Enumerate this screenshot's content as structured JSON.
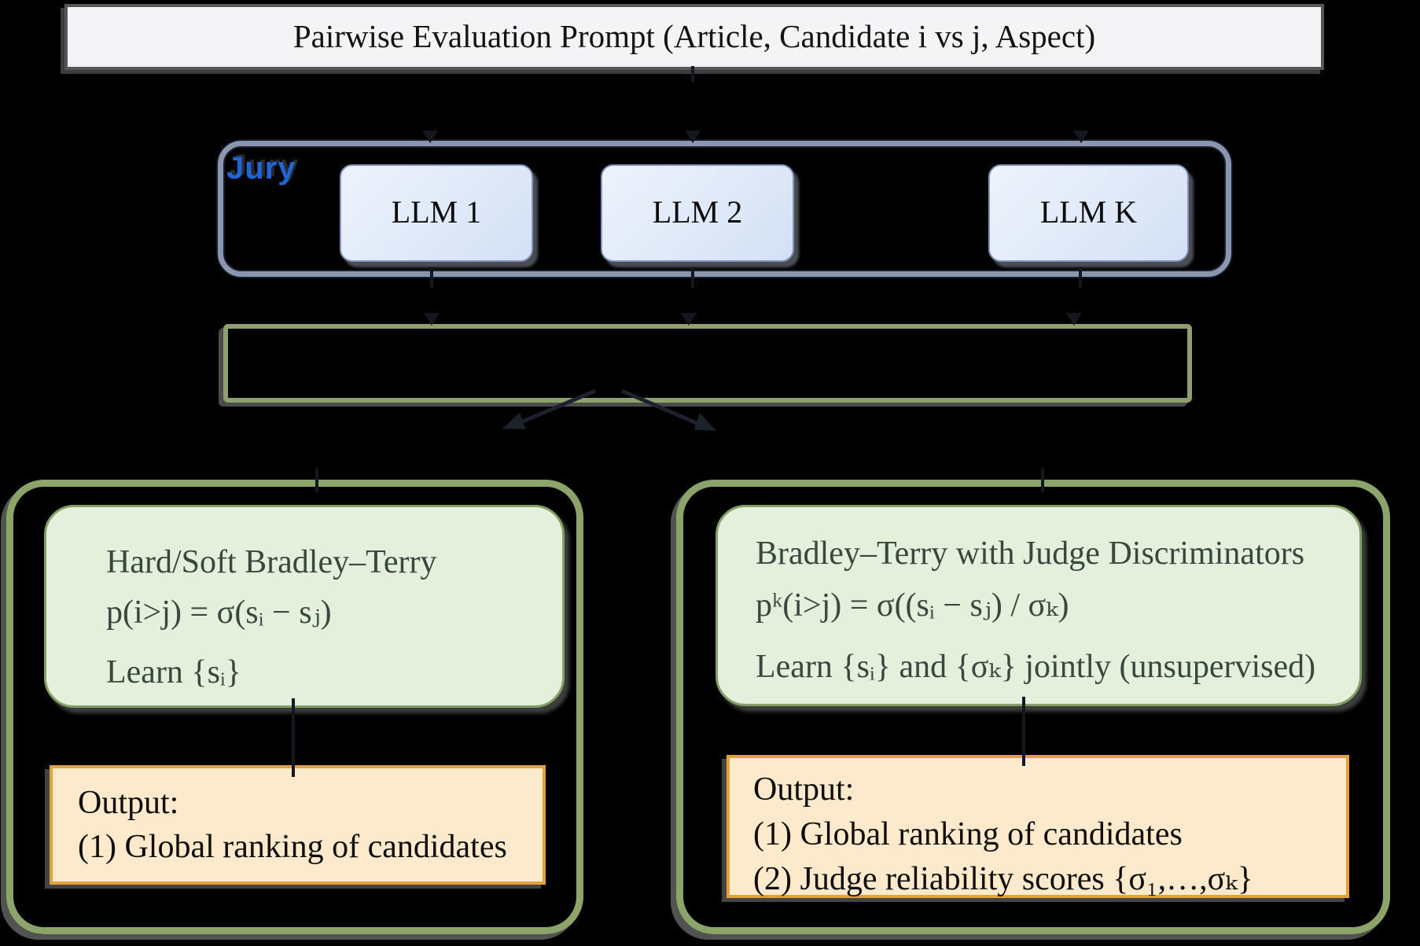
{
  "diagram": {
    "prompt_box": {
      "label": "Pairwise Evaluation Prompt (Article, Candidate i vs j, Aspect)"
    },
    "jury": {
      "label": "Jury",
      "members": [
        {
          "label": "LLM 1"
        },
        {
          "label": "LLM 2"
        },
        {
          "label": "LLM K"
        }
      ]
    },
    "aggregation_box": {
      "label": ""
    },
    "left_branch": {
      "model_box": {
        "title": "Hard/Soft Bradley–Terry",
        "formula": "p(i>j) = σ(sᵢ − sⱼ)",
        "learn": "Learn {sᵢ}"
      },
      "output_box": {
        "lines": [
          "Output:",
          "(1) Global ranking of candidates"
        ]
      }
    },
    "right_branch": {
      "model_box": {
        "title": "Bradley–Terry with Judge Discriminators",
        "formula": "pᵏ(i>j) = σ((sᵢ − sⱼ) / σₖ)",
        "learn": "Learn {sᵢ} and {σₖ} jointly (unsupervised)"
      },
      "output_box": {
        "lines": [
          "Output:",
          "(1) Global ranking of candidates",
          "(2) Judge reliability scores {σ₁,…,σₖ}"
        ]
      }
    },
    "colors": {
      "background": "#000000",
      "prompt_fill": "#f4f4f6",
      "prompt_border": "#56575b",
      "jury_border": "#8a96ae",
      "jury_label_blue": "#2065d6",
      "llm_fill": "#e0e9f8",
      "llm_border": "#8494bb",
      "aggregation_border": "#8da06e",
      "panel_border": "#8ca369",
      "model_fill": "#e4f0dc",
      "model_border": "#85a065",
      "model_text": "#3a473f",
      "output_fill": "#fdeacd",
      "output_border": "#e2a23b"
    }
  }
}
